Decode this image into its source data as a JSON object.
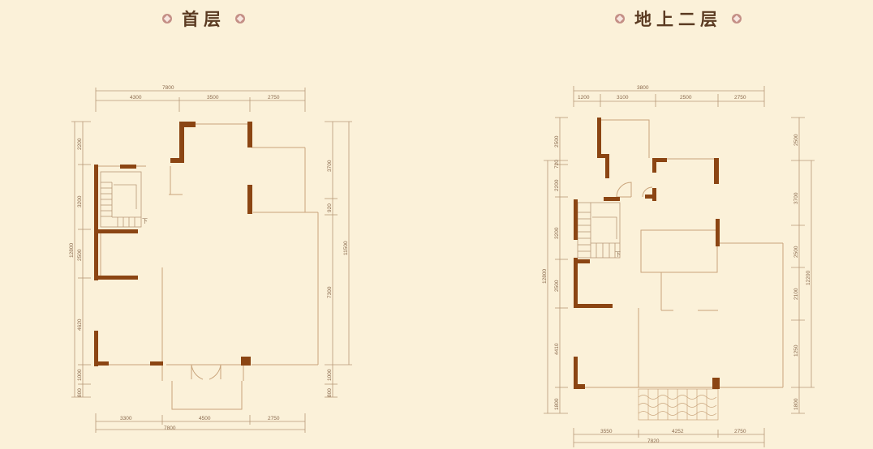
{
  "floors": [
    {
      "title": "首层",
      "dims_top": {
        "total": "7800",
        "parts": [
          "4300",
          "3500",
          "2750"
        ]
      },
      "dims_bottom": {
        "total": "7800",
        "parts": [
          "3300",
          "4500",
          "2750"
        ]
      },
      "dims_left": {
        "total": "12800",
        "parts": [
          "2200",
          "3200",
          "2500",
          "4620",
          "1000",
          "800"
        ]
      },
      "dims_right": {
        "total": "11500",
        "parts": [
          "3700",
          "920",
          "7300",
          "1000",
          "800"
        ]
      },
      "stair_label": "下"
    },
    {
      "title": "地上二层",
      "dims_top": {
        "total": "3800",
        "parts": [
          "1200",
          "3100",
          "2500",
          "2750"
        ]
      },
      "dims_bottom": {
        "total": "7820",
        "parts": [
          "3550",
          "4252",
          "2750"
        ]
      },
      "dims_left": {
        "total": "12800",
        "parts": [
          "2500",
          "720",
          "2200",
          "3200",
          "2500",
          "4410",
          "1800"
        ]
      },
      "dims_right": {
        "total": "12200",
        "parts": [
          "2500",
          "3700",
          "2500",
          "2100",
          "1250",
          "1800"
        ]
      },
      "stair_label": "下"
    }
  ],
  "colors": {
    "background": "#fbf1d9",
    "wall": "#8b4513",
    "line": "#c9a47c",
    "dimension": "#b89878",
    "title": "#5b3b22",
    "emblem": "#c48f86"
  }
}
